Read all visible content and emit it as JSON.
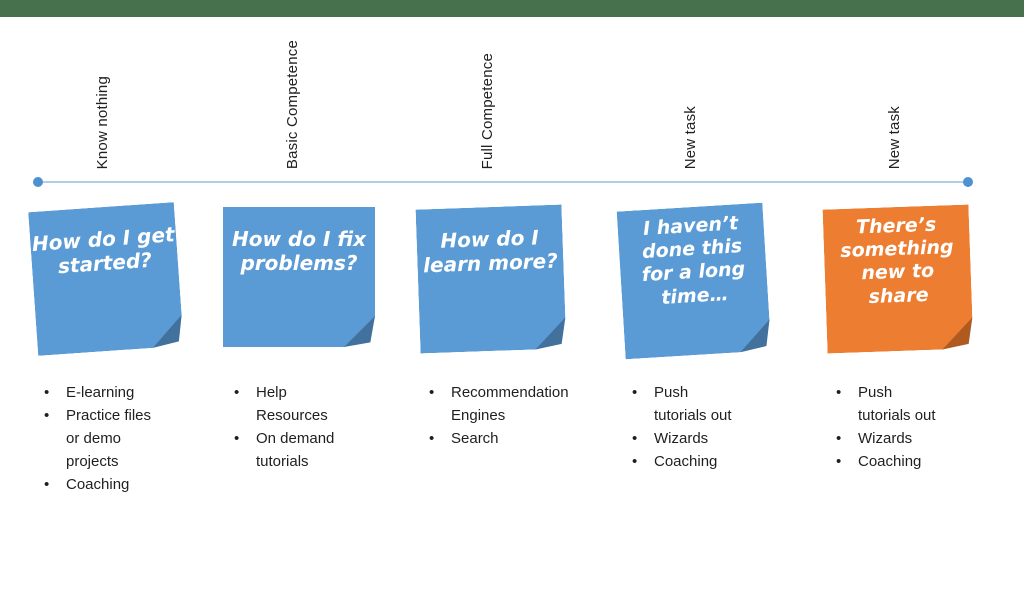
{
  "page": {
    "top_bar_color": "#47714D",
    "background_color": "#FFFFFF"
  },
  "timeline": {
    "line_color": "#B3CDE8",
    "dot_color": "#4E91D3"
  },
  "bullet_glyph": "•",
  "stages": [
    {
      "label": "Know nothing",
      "note": {
        "text": "How do I get\nstarted?",
        "color": "#5B9BD5",
        "fold_color": "#41719C"
      },
      "bullets": [
        "E-learning",
        "Practice files\nor demo\nprojects",
        "Coaching"
      ]
    },
    {
      "label": "Basic Competence",
      "note": {
        "text": "How do I fix\nproblems?",
        "color": "#5B9BD5",
        "fold_color": "#41719C"
      },
      "bullets": [
        "Help\nResources",
        "On demand\ntutorials"
      ]
    },
    {
      "label": "Full Competence",
      "note": {
        "text": "How do I\nlearn more?",
        "color": "#5B9BD5",
        "fold_color": "#41719C"
      },
      "bullets": [
        "Recommendation\nEngines",
        "Search"
      ]
    },
    {
      "label": "New task",
      "note": {
        "text": "I haven’t\ndone this\nfor a long\ntime…",
        "color": "#5B9BD5",
        "fold_color": "#41719C"
      },
      "bullets": [
        "Push\ntutorials out",
        "Wizards",
        "Coaching"
      ]
    },
    {
      "label": "New task",
      "note": {
        "text": "There’s\nsomething\nnew to\nshare",
        "color": "#ED7D31",
        "fold_color": "#AE5A21"
      },
      "bullets": [
        "Push\ntutorials out",
        "Wizards",
        "Coaching"
      ]
    }
  ]
}
